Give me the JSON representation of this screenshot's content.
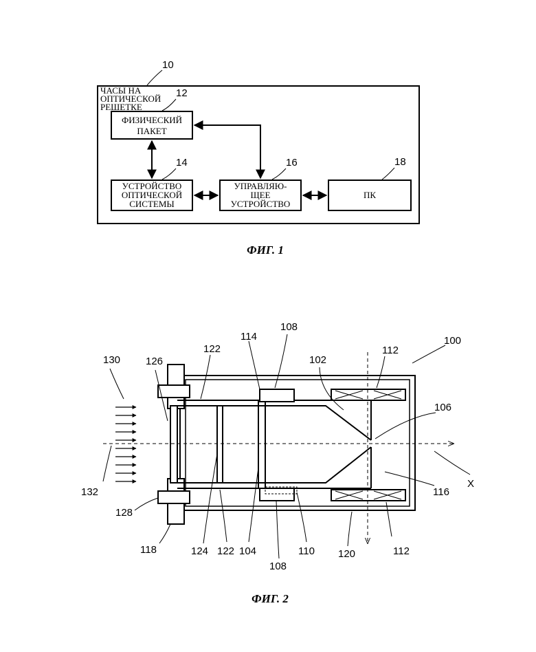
{
  "fig1": {
    "caption": "ФИГ. 1",
    "outer_box": {
      "ref": "10",
      "label_lines": [
        "ЧАСЫ НА",
        "ОПТИЧЕСКОЙ",
        "РЕШЕТКЕ"
      ]
    },
    "physics_package": {
      "ref": "12",
      "lines": [
        "ФИЗИЧЕСКИЙ",
        "ПАКЕТ"
      ]
    },
    "optical_system": {
      "ref": "14",
      "lines": [
        "УСТРОЙСТВО",
        "ОПТИЧЕСКОЙ",
        "СИСТЕМЫ"
      ]
    },
    "controller": {
      "ref": "16",
      "lines": [
        "УПРАВЛЯЮ-",
        "ЩЕЕ",
        "УСТРОЙСТВО"
      ]
    },
    "pc": {
      "ref": "18",
      "lines": [
        "ПК"
      ]
    }
  },
  "fig2": {
    "caption": "ФИГ. 2",
    "refs": {
      "r100": "100",
      "r102": "102",
      "r104": "104",
      "r106": "106",
      "r108_top": "108",
      "r108_bottom": "108",
      "r110": "110",
      "r112_top": "112",
      "r112_bottom": "112",
      "r114": "114",
      "r116": "116",
      "r118": "118",
      "r120": "120",
      "r122_top": "122",
      "r122_bottom": "122",
      "r124": "124",
      "r126": "126",
      "r128": "128",
      "r130": "130",
      "r132": "132",
      "axis": "X"
    }
  }
}
